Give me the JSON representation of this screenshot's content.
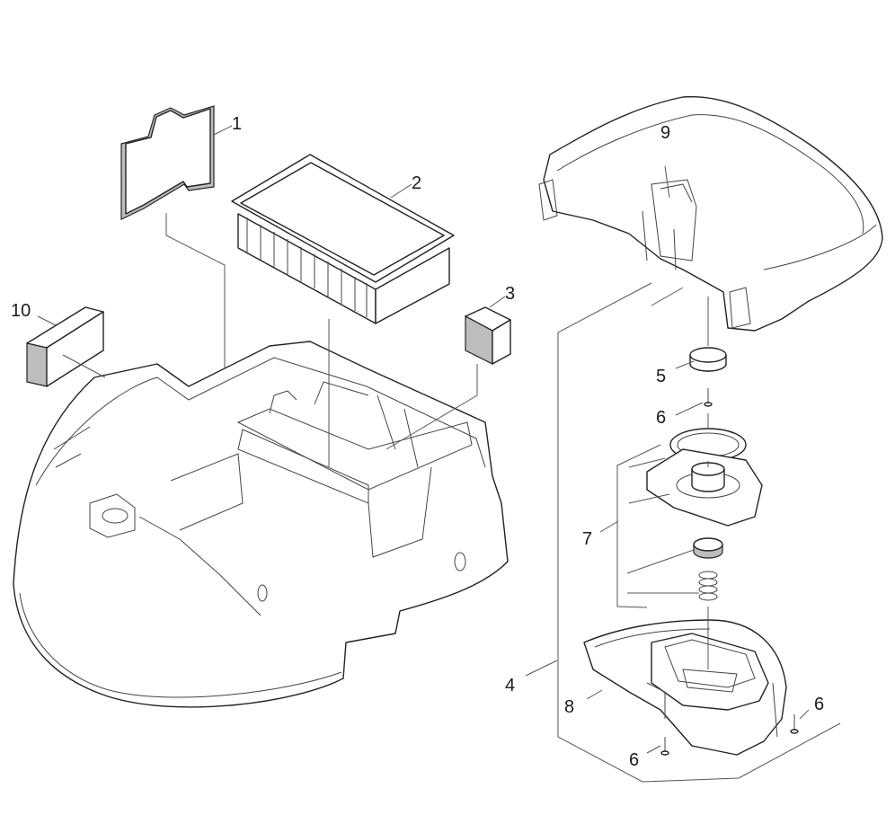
{
  "diagram": {
    "callouts": {
      "c1": "1",
      "c2": "2",
      "c3": "3",
      "c4": "4",
      "c5": "5",
      "c6a": "6",
      "c6b": "6",
      "c6c": "6",
      "c7": "7",
      "c8": "8",
      "c9": "9",
      "c10": "10"
    }
  }
}
